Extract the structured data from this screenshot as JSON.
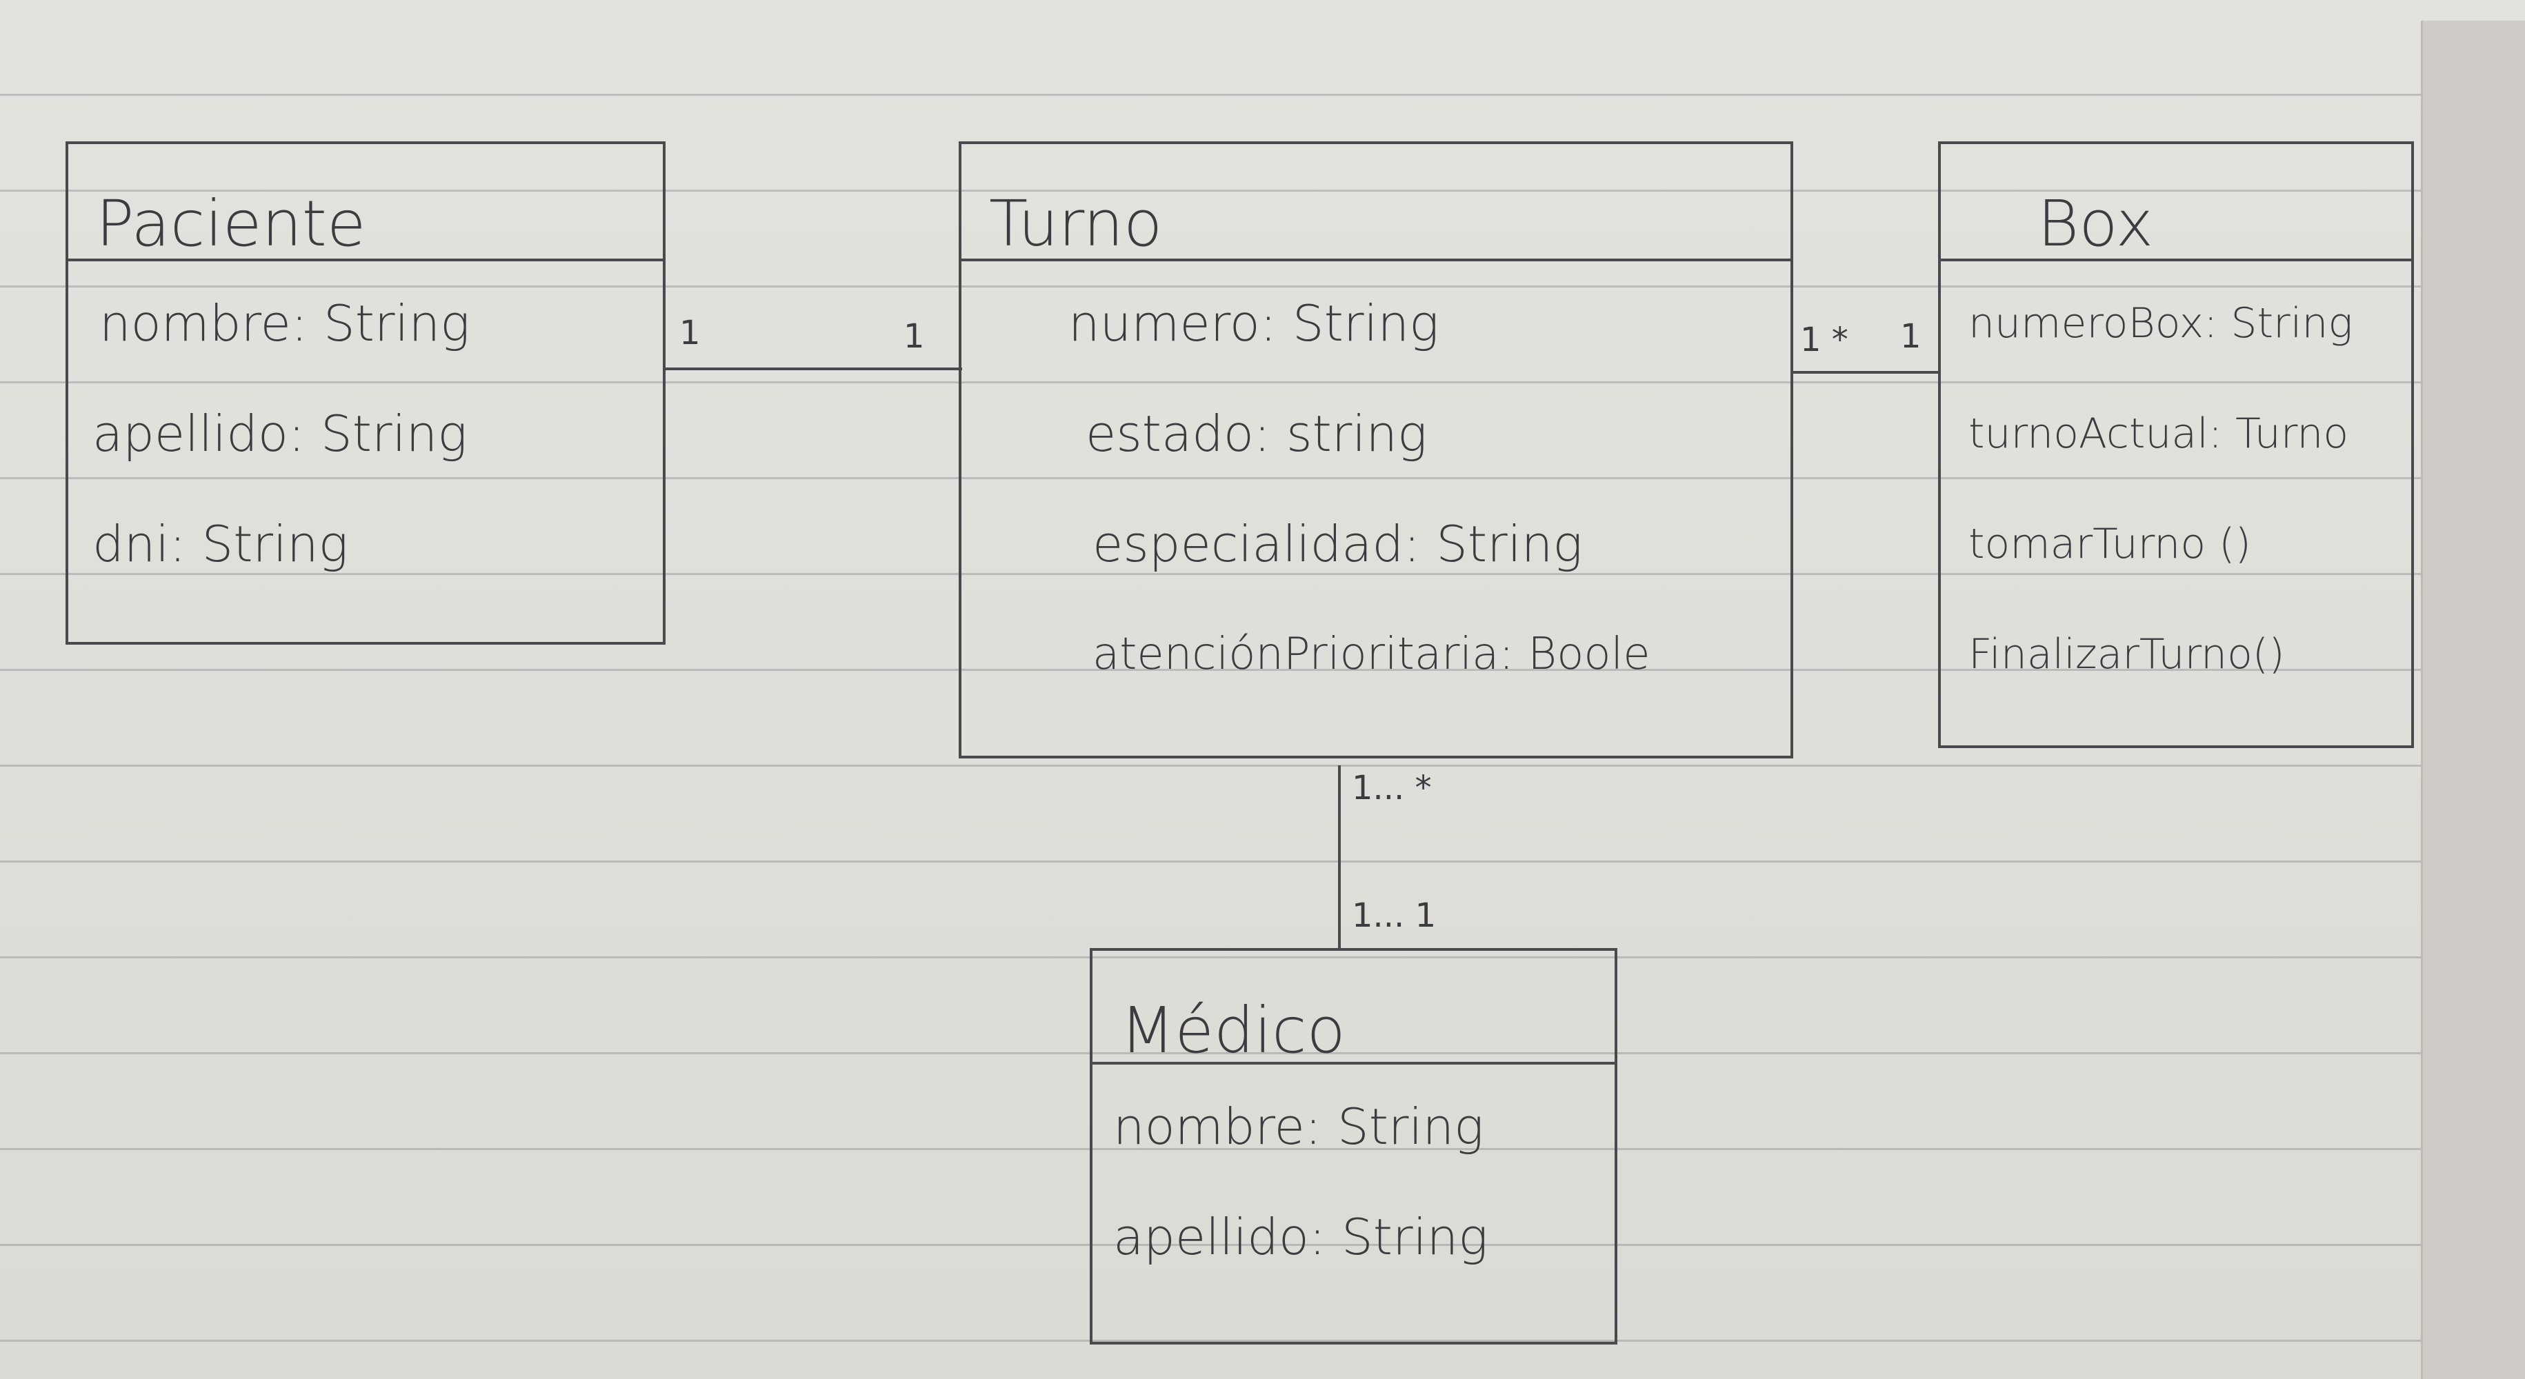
{
  "classes": {
    "paciente": {
      "name": "Paciente",
      "attributes": [
        "nombre: String",
        "apellido: String",
        "dni: String"
      ]
    },
    "turno": {
      "name": "Turno",
      "attributes": [
        "numero: String",
        "estado: string",
        "especialidad: String",
        "atenciónPrioritaria: Boole"
      ]
    },
    "box": {
      "name": "Box",
      "attributes": [
        "numeroBox: String",
        "turnoActual: Turno",
        "tomarTurno ()",
        "FinalizarTurno()"
      ]
    },
    "medico": {
      "name": "Médico",
      "attributes": [
        "nombre: String",
        "apellido: String"
      ]
    }
  },
  "associations": {
    "paciente_turno": {
      "from_mult": "1",
      "to_mult": "1"
    },
    "turno_box": {
      "from_mult": "1 *",
      "to_mult": "1"
    },
    "turno_medico": {
      "from_mult": "1... *",
      "to_mult": "1... 1"
    }
  }
}
